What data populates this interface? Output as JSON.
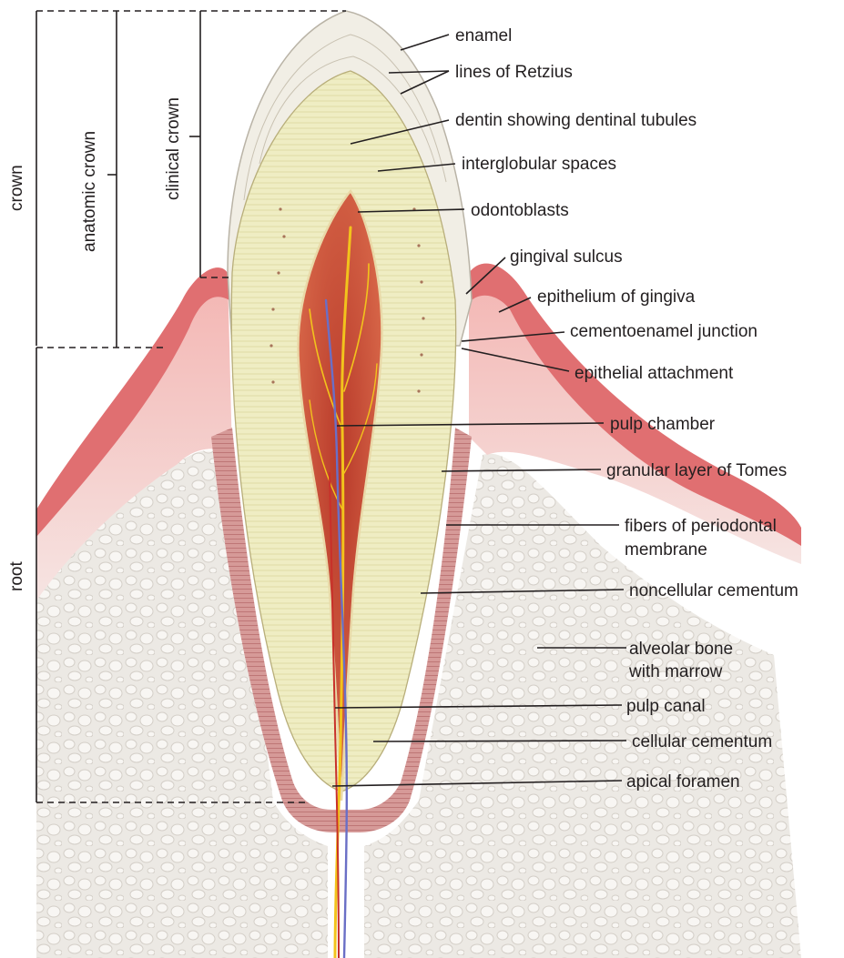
{
  "labels": {
    "enamel": "enamel",
    "lines_of_retzius": "lines of Retzius",
    "dentin": "dentin showing dentinal tubules",
    "interglobular": "interglobular spaces",
    "odontoblasts": "odontoblasts",
    "gingival_sulcus": "gingival sulcus",
    "epithelium_gingiva": "epithelium of gingiva",
    "cementoenamel": "cementoenamel junction",
    "epithelial_attachment": "epithelial attachment",
    "pulp_chamber": "pulp chamber",
    "granular_layer": "granular layer of Tomes",
    "fibers_line1": "fibers of periodontal",
    "fibers_line2": "membrane",
    "noncellular": "noncellular cementum",
    "alveolar_line1": "alveolar bone",
    "alveolar_line2": "with marrow",
    "pulp_canal": "pulp canal",
    "cellular": "cellular cementum",
    "apical": "apical foramen"
  },
  "brackets": {
    "crown": "crown",
    "anatomic_crown": "anatomic crown",
    "clinical_crown": "clinical crown",
    "root": "root"
  },
  "colors": {
    "enamel": "#f2efe6",
    "dentin": "#efedc0",
    "pulp": "#c8432f",
    "gingiva": "#e98a88",
    "gingiva_dark": "#d85a5f",
    "bone": "#e7e3de",
    "artery": "#f2c31c",
    "vein": "#6a6fc6",
    "ligament": "#d79292"
  }
}
